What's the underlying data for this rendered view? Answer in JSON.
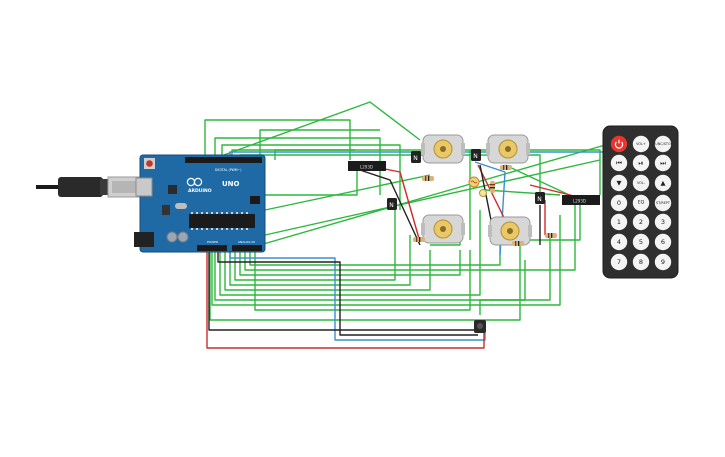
{
  "board": {
    "brand": "ARDUINO",
    "model": "UNO",
    "digital_label": "DIGITAL (PWM~)",
    "power_label": "POWER",
    "analog_label": "ANALOG IN"
  },
  "transistors": [
    "N",
    "N",
    "N",
    "N"
  ],
  "drivers": [
    "L293D",
    "L293D"
  ],
  "remote": {
    "buttons": [
      "",
      "VOL+",
      "FUNC/STOP",
      "⏮",
      "⏯",
      "⏭",
      "▼",
      "VOL-",
      "▲",
      "0",
      "EQ",
      "ST/REPT",
      "1",
      "2",
      "3",
      "4",
      "5",
      "6",
      "7",
      "8",
      "9"
    ]
  },
  "colors": {
    "wire_green": "#2db83d",
    "wire_blue": "#3b8fd6",
    "wire_red": "#d12a2a",
    "wire_black": "#222222",
    "board_blue": "#1f6aa5",
    "remote_body": "#2f2f2f",
    "power_button": "#e8362f"
  }
}
